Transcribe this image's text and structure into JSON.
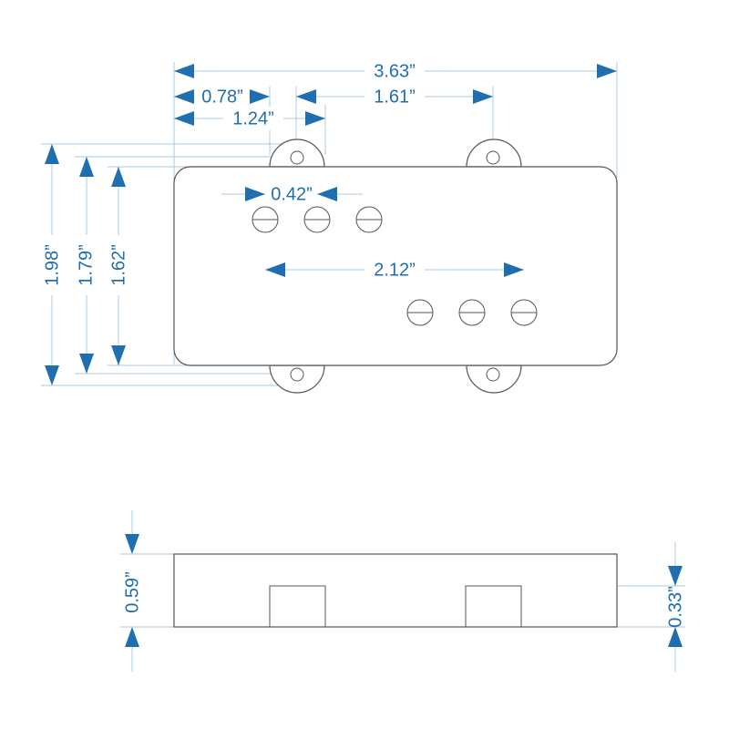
{
  "top_view": {
    "overall_width": "3.63”",
    "first_pole_offset": "0.78”",
    "ear_spacing": "1.61”",
    "ear_offset": "1.24”",
    "pole_spacing": "0.42”",
    "row_offset": "2.12”",
    "ear_height": "1.98”",
    "hole_height": "1.79”",
    "body_height": "1.62”"
  },
  "side_view": {
    "total_height": "0.59”",
    "pocket_height": "0.33”"
  },
  "colors": {
    "dimension": "#1f6eb0",
    "extension_line": "#a9c8e3",
    "outline": "#555555"
  }
}
